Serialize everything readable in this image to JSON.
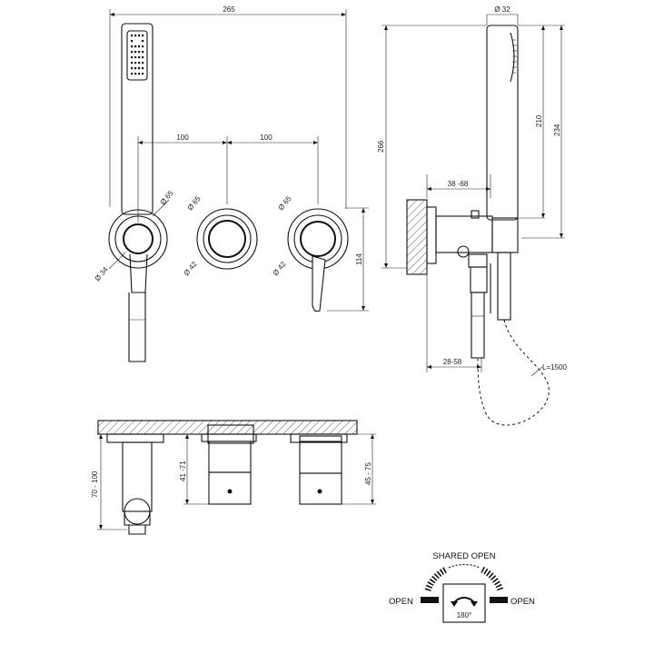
{
  "dimensions": {
    "total_width": "265",
    "spacing_left": "100",
    "spacing_right": "100",
    "rosette_diam_1": "Ø 65",
    "rosette_diam_2": "Ø 65",
    "rosette_diam_3": "Ø 65",
    "handle_diam_1": "Ø 34",
    "handle_diam_2": "Ø 42",
    "handle_diam_3": "Ø 42",
    "lever_height": "114",
    "shower_diam": "Ø 32",
    "height_266": "266",
    "height_210": "210",
    "height_234": "234",
    "depth_38_68": "38 -68",
    "depth_28_58": "28-58",
    "hose_length": "L=1500",
    "embed_70_100": "70 - 100",
    "embed_41_71": "41 -71",
    "embed_45_75": "45 - 75"
  },
  "legend": {
    "shared_open": "SHARED OPEN",
    "open_left": "OPEN",
    "open_right": "OPEN",
    "rotation": "180°"
  }
}
